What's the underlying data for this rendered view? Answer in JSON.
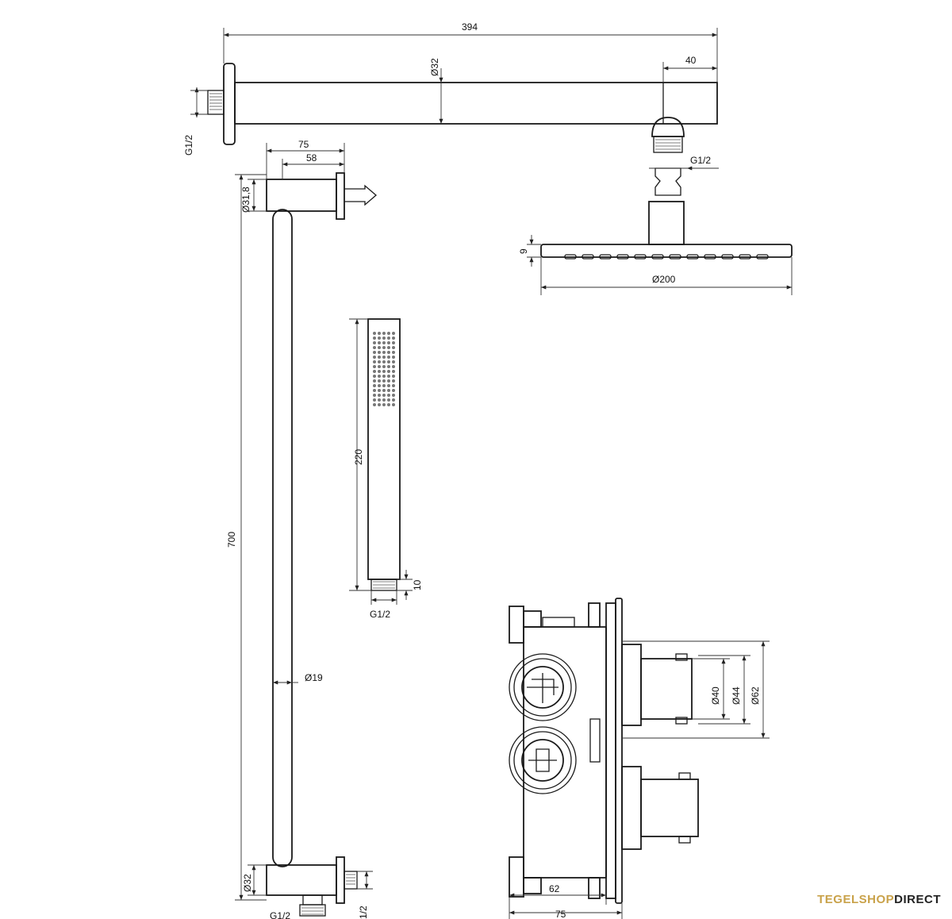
{
  "dimensions": {
    "arm_length": "394",
    "arm_diameter": "Ø32",
    "arm_drop_offset": "40",
    "wall_thread": "G1/2",
    "head_thread": "G1/2",
    "bracket_outer": "75",
    "bracket_inner": "58",
    "bracket_diameter": "Ø31,8",
    "bar_length": "700",
    "bar_diameter": "Ø19",
    "bottom_diameter": "Ø32",
    "bottom_thread_left": "G1/2",
    "bottom_thread_right": "1/2",
    "head_thickness": "9",
    "head_diameter": "Ø200",
    "handshower_length": "220",
    "handshower_thread_len": "10",
    "handshower_thread": "G1/2",
    "valve_diam_1": "Ø40",
    "valve_diam_2": "Ø44",
    "valve_diam_3": "Ø62",
    "valve_depth_inner": "62",
    "valve_depth_outer": "75"
  },
  "brand": {
    "part1": "TEGELSHOP",
    "part2": "DIRECT",
    "color1": "#c9a24a",
    "color2": "#222222"
  }
}
